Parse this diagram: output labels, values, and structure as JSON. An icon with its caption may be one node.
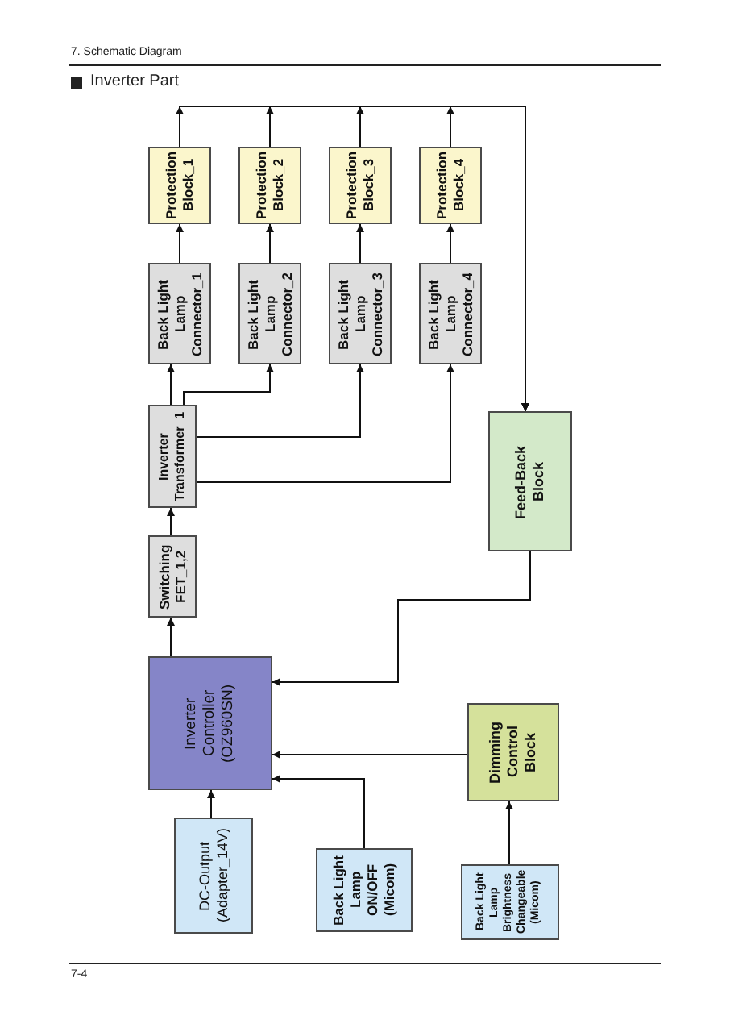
{
  "diagram": {
    "title": "Inverter Part",
    "nodes": [
      {
        "text": [
          "Protection Block_1"
        ]
      },
      {
        "text": [
          "Protection Block_2"
        ]
      },
      {
        "text": [
          "Protection Block_3"
        ]
      },
      {
        "text": [
          "Protection Block_4"
        ]
      },
      {
        "text": [
          "Back Light Lamp Connector_1"
        ]
      },
      {
        "text": [
          "Back Light Lamp Connector_2"
        ]
      },
      {
        "text": [
          "Back Light Lamp Connector_3"
        ]
      },
      {
        "text": [
          "Back Light Lamp Connector_4"
        ]
      },
      {
        "text": [
          "Inverter Transformer_1"
        ]
      },
      {
        "text": [
          "Feed-Back Block"
        ]
      },
      {
        "text": [
          "Switching FET_1,2"
        ]
      },
      {
        "text": [
          "Inverter Controller (OZ960SN)"
        ]
      },
      {
        "text": [
          "Dimming Control Block"
        ]
      },
      {
        "text": [
          "DC-Output (Adapter_14V)"
        ]
      },
      {
        "text": [
          "Back Light Lamp ON/OFF (Micom)"
        ]
      },
      {
        "text": [
          "Back Light Lamp Brightness Changeable (Micom)"
        ]
      }
    ],
    "edges": [
      {
        "from": 0,
        "to": 9,
        "arrow": "to"
      },
      {
        "from": 1,
        "to": 9,
        "arrow": "to"
      },
      {
        "from": 2,
        "to": 9,
        "arrow": "to"
      },
      {
        "from": 3,
        "to": 9,
        "arrow": "to"
      },
      {
        "from": 4,
        "to": 0,
        "arrow": "to"
      },
      {
        "from": 5,
        "to": 1,
        "arrow": "to"
      },
      {
        "from": 6,
        "to": 2,
        "arrow": "to"
      },
      {
        "from": 7,
        "to": 3,
        "arrow": "to"
      },
      {
        "from": 8,
        "to": 4,
        "arrow": "to"
      },
      {
        "from": 8,
        "to": 5,
        "arrow": "to"
      },
      {
        "from": 8,
        "to": 6,
        "arrow": "to"
      },
      {
        "from": 8,
        "to": 7,
        "arrow": "to"
      },
      {
        "from": 10,
        "to": 8,
        "arrow": "to"
      },
      {
        "from": 11,
        "to": 10,
        "arrow": "to"
      },
      {
        "from": 9,
        "to": 11,
        "arrow": "to"
      },
      {
        "from": 12,
        "to": 11,
        "arrow": "to"
      },
      {
        "from": 14,
        "to": 11,
        "arrow": "to"
      },
      {
        "from": 13,
        "to": 11,
        "arrow": "to"
      },
      {
        "from": 15,
        "to": 12,
        "arrow": "to"
      }
    ],
    "labels": [
      "7. Schematic Diagram",
      "7-4"
    ]
  }
}
